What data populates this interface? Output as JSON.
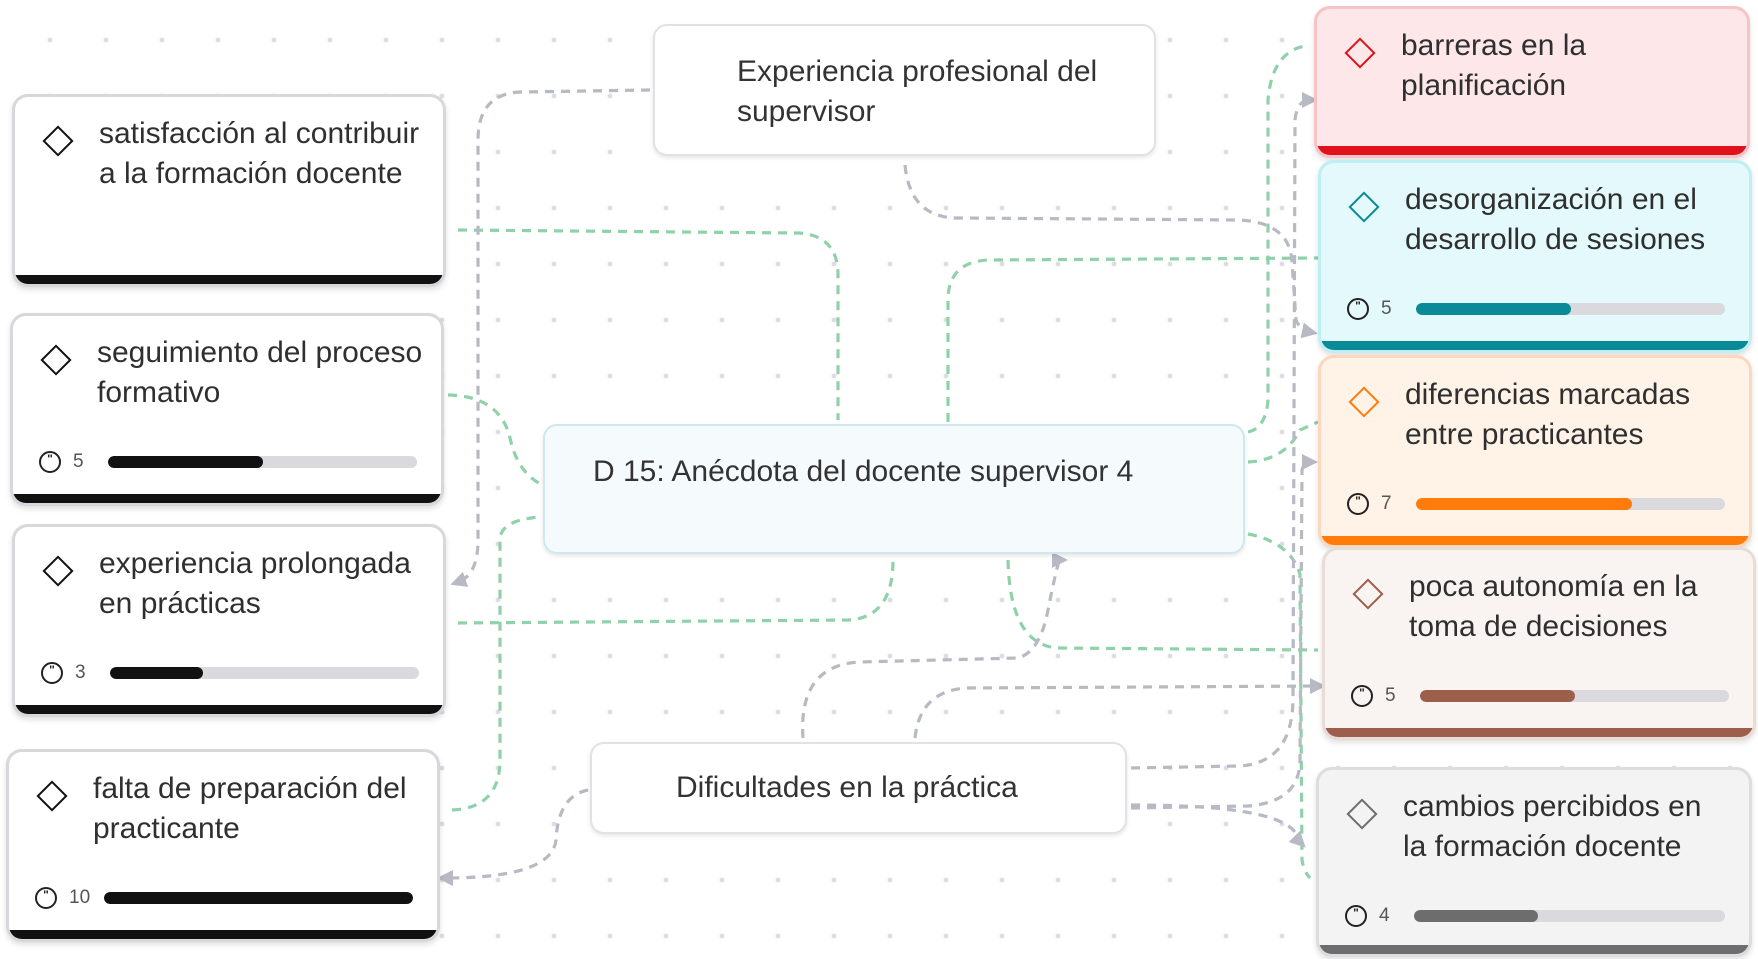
{
  "center": {
    "label": "D 15: Anécdota del docente supervisor 4"
  },
  "themes": {
    "experiencia": "Experiencia profesional del supervisor",
    "dificultades": "Dificultades en la práctica"
  },
  "codes": [
    {
      "id": "satisfaccion",
      "label": "satisfacción al contribuir a la formación docente",
      "color": "#111111",
      "bg": "#ffffff",
      "quotes": null,
      "progress": null
    },
    {
      "id": "seguimiento",
      "label": "seguimiento del proceso formativo",
      "color": "#111111",
      "bg": "#ffffff",
      "quotes": "5",
      "progress": 0.5
    },
    {
      "id": "experiencia-prolongada",
      "label": "experiencia prolongada en prácticas",
      "color": "#111111",
      "bg": "#ffffff",
      "quotes": "3",
      "progress": 0.3
    },
    {
      "id": "falta-preparacion",
      "label": "falta de preparación del practicante",
      "color": "#111111",
      "bg": "#ffffff",
      "quotes": "10",
      "progress": 1.0
    },
    {
      "id": "barreras",
      "label": "barreras en la planificación",
      "color": "#e0111b",
      "bg": "#fde7e8",
      "quotes": null,
      "progress": null
    },
    {
      "id": "desorganizacion",
      "label": "desorganización en el desarrollo de sesiones",
      "color": "#0a8a96",
      "bg": "#e3f9fb",
      "quotes": "5",
      "progress": 0.5
    },
    {
      "id": "diferencias",
      "label": "diferencias marcadas entre practicantes",
      "color": "#ff7b0a",
      "bg": "#fff3e8",
      "quotes": "7",
      "progress": 0.7
    },
    {
      "id": "autonomia",
      "label": "poca autonomía en la toma de decisiones",
      "color": "#9c5f4b",
      "bg": "#f9f3f1",
      "quotes": "5",
      "progress": 0.5
    },
    {
      "id": "cambios",
      "label": "cambios percibidos en la formación docente",
      "color": "#6d6d6d",
      "bg": "#f3f3f4",
      "quotes": "4",
      "progress": 0.4
    }
  ]
}
